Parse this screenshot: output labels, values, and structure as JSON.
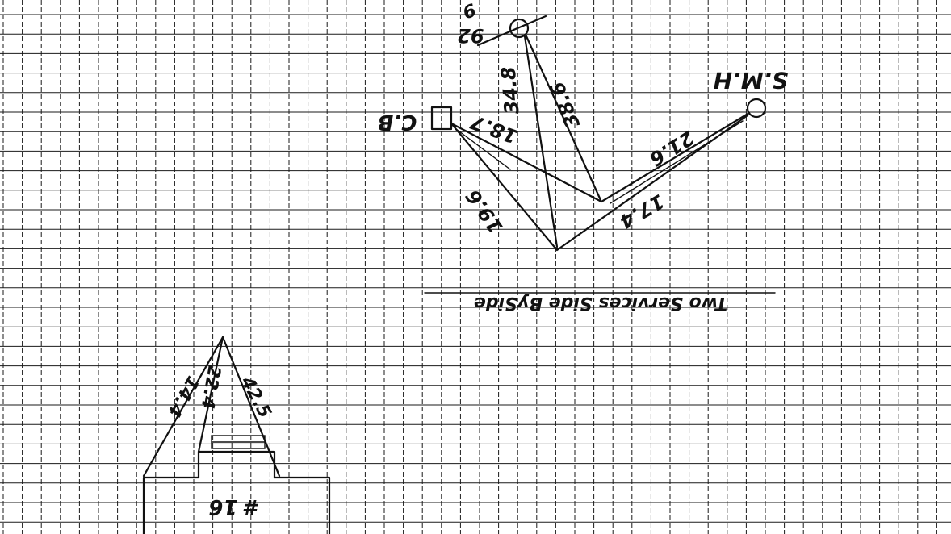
{
  "sketch": {
    "title": "Two Services Side BySide",
    "labels": {
      "cb": "C.B",
      "smh": "S.M.H",
      "top_ref": "92",
      "top_ref_fraction_top": "9",
      "dist_cb_a": "18.7",
      "dist_cb_b": "19.6",
      "dist_top_a": "34.8",
      "dist_top_b": "38.6",
      "dist_smh_a": "21.6",
      "dist_smh_b": "17.4",
      "roof_left": "14.4",
      "roof_mid": "22.4",
      "roof_right": "42.5",
      "house_number": "# 16"
    }
  }
}
